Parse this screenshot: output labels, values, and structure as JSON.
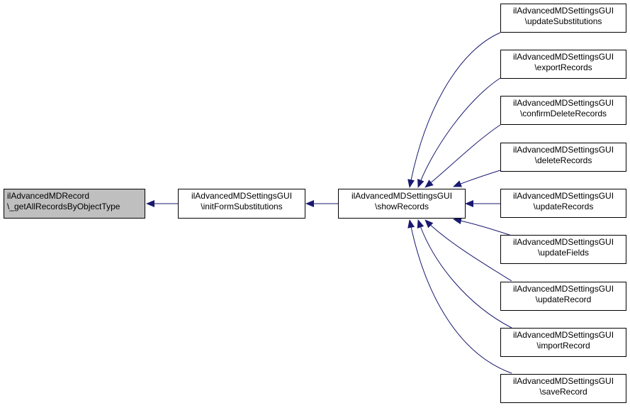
{
  "colors": {
    "edge": "#191970",
    "focus_fill": "#bfbfbf",
    "node_fill": "#ffffff",
    "border": "#000000"
  },
  "nodes": {
    "focus": {
      "line1": "ilAdvancedMDRecord",
      "line2": "\\_getAllRecordsByObjectType"
    },
    "init": {
      "line1": "ilAdvancedMDSettingsGUI",
      "line2": "\\initFormSubstitutions"
    },
    "show": {
      "line1": "ilAdvancedMDSettingsGUI",
      "line2": "\\showRecords"
    },
    "callers": [
      {
        "line1": "ilAdvancedMDSettingsGUI",
        "line2": "\\updateSubstitutions"
      },
      {
        "line1": "ilAdvancedMDSettingsGUI",
        "line2": "\\exportRecords"
      },
      {
        "line1": "ilAdvancedMDSettingsGUI",
        "line2": "\\confirmDeleteRecords"
      },
      {
        "line1": "ilAdvancedMDSettingsGUI",
        "line2": "\\deleteRecords"
      },
      {
        "line1": "ilAdvancedMDSettingsGUI",
        "line2": "\\updateRecords"
      },
      {
        "line1": "ilAdvancedMDSettingsGUI",
        "line2": "\\updateFields"
      },
      {
        "line1": "ilAdvancedMDSettingsGUI",
        "line2": "\\updateRecord"
      },
      {
        "line1": "ilAdvancedMDSettingsGUI",
        "line2": "\\importRecord"
      },
      {
        "line1": "ilAdvancedMDSettingsGUI",
        "line2": "\\saveRecord"
      }
    ]
  }
}
